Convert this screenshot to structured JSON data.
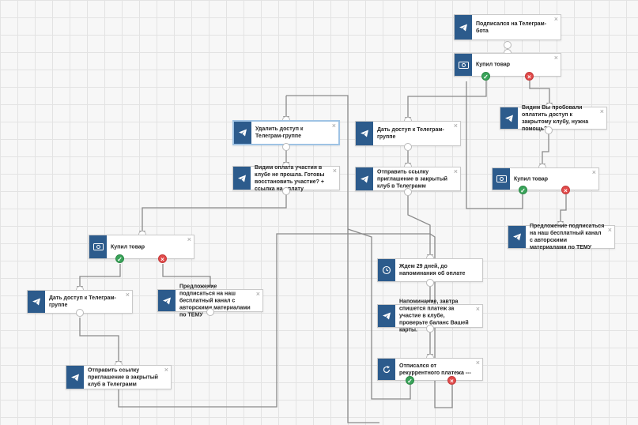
{
  "nodes": {
    "subscribed_bot": {
      "label": "Подписался на Телеграм-бота"
    },
    "buy_top": {
      "label": "Купил товар"
    },
    "saw_tried_pay": {
      "label": "Видим Вы пробовали оплатить доступ к закрытому клубу, нужна помощь?"
    },
    "buy_mid_right": {
      "label": "Купил товар"
    },
    "offer_channel_right": {
      "label": "Предложение подписаться на наш бесплатный канал с авторскими материалами по ТЕМУ"
    },
    "grant_access_mid": {
      "label": "Дать доступ к Телеграм-группе"
    },
    "send_invite_mid": {
      "label": "Отправить ссылку приглашение в закрытый клуб в Телеграмм"
    },
    "wait_29": {
      "label": "Ждем 29 дней, до напоминания об оплате"
    },
    "reminder": {
      "label": "Напоминание, завтра спишется платеж за участие в клубе, проверьте баланс Вашей карты."
    },
    "unsub_recurring": {
      "label": "Отписался от рекуррентного платежа ---"
    },
    "remove_access": {
      "label": "Удалить доступ к Телеграм-группе"
    },
    "saw_payment_failed": {
      "label": "Видим оплата участия в клубе не прошла. Готовы восстановить участие? + ссылка на оплату"
    },
    "buy_left": {
      "label": "Купил товар"
    },
    "grant_access_left": {
      "label": "Дать доступ к Телеграм-группе"
    },
    "offer_channel_left": {
      "label": "Предложение подписаться на наш бесплатный канал с авторскими материалами по ТЕМУ"
    },
    "send_invite_left": {
      "label": "Отправить ссылку приглашение в закрытый клуб в Телеграмм"
    }
  },
  "icons": {
    "send": "telegram-icon",
    "purchase": "purchase-icon",
    "timer": "clock-icon",
    "unsubscribe": "refresh-icon"
  },
  "close_glyph": "×",
  "ok_glyph": "✓",
  "no_glyph": "×",
  "colors": {
    "icon_bg": "#2c5b8c",
    "ok": "#3aa35a",
    "no": "#e24b4b",
    "wire": "#8a8a8a"
  }
}
